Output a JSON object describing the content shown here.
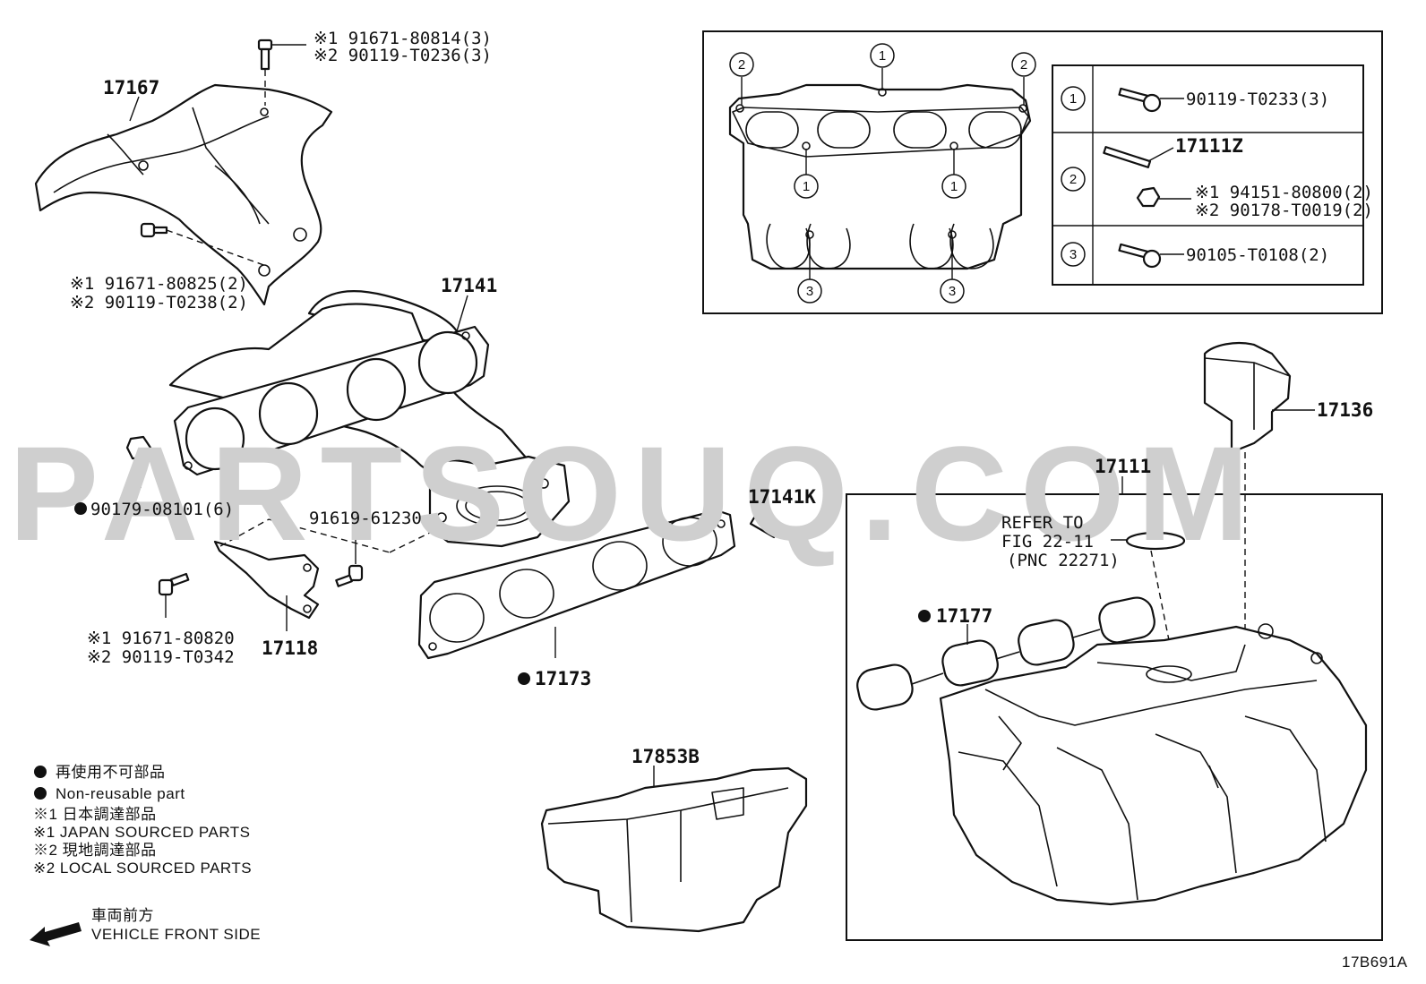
{
  "watermark": "PARTSOUQ.COM",
  "diagram_code": "17B691A",
  "parts": {
    "p17167": "17167",
    "p17141": "17141",
    "p17141k": "17141K",
    "p17136": "17136",
    "p17111": "17111",
    "p17111z": "17111Z",
    "p17177": "17177",
    "p17173": "17173",
    "p17118": "17118",
    "p17853b": "17853B"
  },
  "callouts": {
    "heat_ins_bolt_1": "※1 91671-80814(3)",
    "heat_ins_bolt_2": "※2 90119-T0236(3)",
    "heat_ins_lower_1": "※1 91671-80825(2)",
    "heat_ins_lower_2": "※2 90119-T0238(2)",
    "nut": "90179-08101(6)",
    "bracket_bolt": "91619-61230",
    "stay_bolt_1": "※1 91671-80820",
    "stay_bolt_2": "※2 90119-T0342",
    "refer_1": "REFER TO",
    "refer_2": "FIG 22-11",
    "refer_3": "(PNC 22271)"
  },
  "inset": {
    "markers": [
      "1",
      "2",
      "3"
    ],
    "rows": [
      {
        "key": "1",
        "parts": [
          "90119-T0233(3)"
        ]
      },
      {
        "key": "2",
        "parts": [
          "17111Z",
          "※1 94151-80800(2)",
          "※2 90178-T0019(2)"
        ]
      },
      {
        "key": "3",
        "parts": [
          "90105-T0108(2)"
        ]
      }
    ]
  },
  "legend": {
    "nonreuse_jp": "再使用不可部品",
    "nonreuse_en": "Non-reusable part",
    "japan_jp": "※1 日本調達部品",
    "japan_en": "※1 JAPAN SOURCED PARTS",
    "local_jp": "※2 現地調達部品",
    "local_en": "※2 LOCAL SOURCED PARTS",
    "front_jp": "車両前方",
    "front_en": "VEHICLE FRONT SIDE"
  }
}
